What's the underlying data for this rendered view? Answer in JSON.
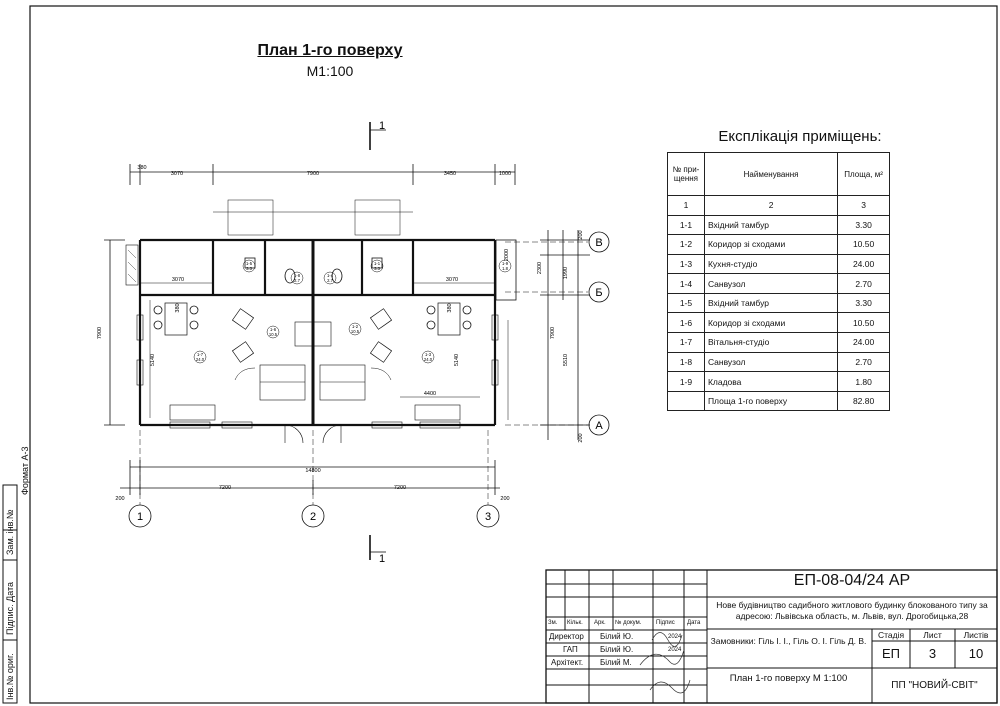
{
  "drawing": {
    "title": "План 1-го поверху",
    "scale": "М1:100",
    "section_mark": "1",
    "axes": {
      "columns": [
        "1",
        "2",
        "3"
      ],
      "rows": [
        "В",
        "Б",
        "А"
      ]
    },
    "dimensions": {
      "top": [
        "380",
        "3070",
        "7900",
        "3450",
        "1000"
      ],
      "inner_top": [
        "3070",
        "3070"
      ],
      "bottom_total": "14800",
      "bottom_spans": [
        "7200",
        "7200"
      ],
      "bottom_edges": [
        "200",
        "200"
      ],
      "left_total": "7900",
      "left_room": "5140",
      "right_total": "7900",
      "right_room": "5140",
      "right_chain": [
        "200",
        "2000",
        "1990",
        "2300",
        "5510",
        "200"
      ],
      "stairs": "4400",
      "small": [
        "380",
        "380"
      ]
    },
    "room_tags": [
      {
        "id": "1-7",
        "area": "24.0"
      },
      {
        "id": "1-6",
        "area": "10.5"
      },
      {
        "id": "1-2",
        "area": "10.5"
      },
      {
        "id": "1-3",
        "area": "24.0"
      },
      {
        "id": "1-5",
        "area": "3.3"
      },
      {
        "id": "1-8",
        "area": "2.7"
      },
      {
        "id": "1-4",
        "area": "2.7"
      },
      {
        "id": "1-1",
        "area": "3.3"
      },
      {
        "id": "1-9",
        "area": "1.8"
      }
    ]
  },
  "explication": {
    "title": "Експлікація приміщень:",
    "headers": {
      "num": "№ при-щення",
      "name": "Найменування",
      "area": "Площа, м²"
    },
    "col_numbers": [
      "1",
      "2",
      "3"
    ],
    "rows": [
      {
        "num": "1-1",
        "name": "Вхідний тамбур",
        "area": "3.30"
      },
      {
        "num": "1-2",
        "name": "Коридор зі сходами",
        "area": "10.50"
      },
      {
        "num": "1-3",
        "name": "Кухня-студіо",
        "area": "24.00"
      },
      {
        "num": "1-4",
        "name": "Санвузол",
        "area": "2.70"
      },
      {
        "num": "1-5",
        "name": "Вхідний тамбур",
        "area": "3.30"
      },
      {
        "num": "1-6",
        "name": "Коридор зі сходами",
        "area": "10.50"
      },
      {
        "num": "1-7",
        "name": "Вітальня-студіо",
        "area": "24.00"
      },
      {
        "num": "1-8",
        "name": "Санвузол",
        "area": "2.70"
      },
      {
        "num": "1-9",
        "name": "Кладова",
        "area": "1.80"
      }
    ],
    "total_label": "Площа 1-го поверху",
    "total_area": "82.80"
  },
  "title_block": {
    "code": "ЕП-08-04/24  АР",
    "description": "Нове будівництво садибного житлового будинку блокованого типу за адресою: Львівська область, м. Львів, вул. Дрогобицька,28",
    "rev_headers": [
      "Зм.",
      "Кільк.",
      "Арк.",
      "№ докум.",
      "Підпис",
      "Дата"
    ],
    "staff": [
      {
        "role": "Директор",
        "name": "Білий Ю.",
        "date": "2024"
      },
      {
        "role": "ГАП",
        "name": "Білий Ю.",
        "date": "2024"
      },
      {
        "role": "Архітект.",
        "name": "Білий М.",
        "date": ""
      }
    ],
    "client": "Замовники: Гіль І. І., Гіль О. І. Гіль Д. В.",
    "stage_label": "Стадія",
    "sheet_label": "Лист",
    "sheets_label": "Листів",
    "stage": "ЕП",
    "sheet": "3",
    "sheets": "10",
    "sheet_name": "План 1-го поверху М 1:100",
    "company": "ПП \"НОВИЙ-СВІТ\""
  },
  "margin": {
    "format": "Формат А-3",
    "labels": [
      "Зам. інв.№",
      "Підпис. Дата",
      "Інв.№ ориг."
    ]
  }
}
